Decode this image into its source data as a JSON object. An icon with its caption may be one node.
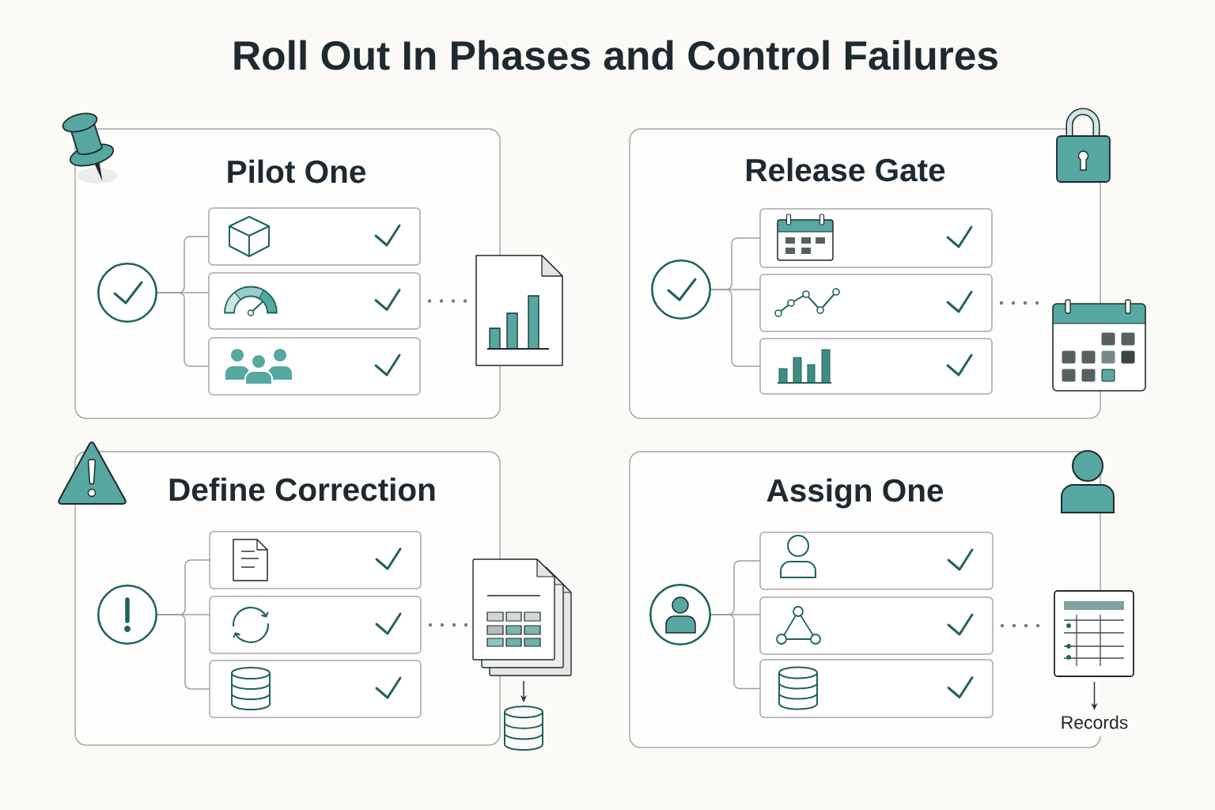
{
  "diagram": {
    "title": "Roll Out In Phases and Control Failures",
    "nodes": [
      {
        "text": [
          "Pilot One"
        ]
      },
      {
        "text": [],
        "shape": "circle",
        "in": 0
      },
      {
        "text": [],
        "shape": "box",
        "in": 0
      },
      {
        "text": [],
        "shape": "box",
        "in": 0
      },
      {
        "text": [],
        "shape": "box",
        "in": 0
      },
      {
        "text": [],
        "shape": "picture"
      },
      {
        "text": [
          "Release Gate"
        ]
      },
      {
        "text": [],
        "shape": "circle",
        "in": 6
      },
      {
        "text": [],
        "shape": "box",
        "in": 6
      },
      {
        "text": [],
        "shape": "box",
        "in": 6
      },
      {
        "text": [],
        "shape": "box",
        "in": 6
      },
      {
        "text": [],
        "shape": "picture"
      },
      {
        "text": [
          "Define Correction"
        ]
      },
      {
        "text": [],
        "shape": "circle",
        "in": 12
      },
      {
        "text": [],
        "shape": "box",
        "in": 12
      },
      {
        "text": [],
        "shape": "box",
        "in": 12
      },
      {
        "text": [],
        "shape": "box",
        "in": 12
      },
      {
        "text": [],
        "shape": "picture"
      },
      {
        "text": [],
        "shape": "cylinder"
      },
      {
        "text": [
          "Assign One"
        ]
      },
      {
        "text": [],
        "shape": "circle",
        "in": 19
      },
      {
        "text": [],
        "shape": "box",
        "in": 19
      },
      {
        "text": [],
        "shape": "box",
        "in": 19
      },
      {
        "text": [],
        "shape": "box",
        "in": 19
      },
      {
        "text": [],
        "shape": "picture"
      },
      {
        "text": [
          "Records"
        ]
      }
    ],
    "edges": [
      {
        "from": 1,
        "to": 2,
        "arrow": "none"
      },
      {
        "from": 1,
        "to": 3,
        "arrow": "none"
      },
      {
        "from": 1,
        "to": 4,
        "arrow": "none"
      },
      {
        "from": 3,
        "to": 5,
        "arrow": "none",
        "style": "dashed",
        "color": "#7a7a7a"
      },
      {
        "from": 7,
        "to": 8,
        "arrow": "none"
      },
      {
        "from": 7,
        "to": 9,
        "arrow": "none"
      },
      {
        "from": 7,
        "to": 10,
        "arrow": "none"
      },
      {
        "from": 9,
        "to": 11,
        "arrow": "none",
        "style": "dashed",
        "color": "#7a7a7a"
      },
      {
        "from": 13,
        "to": 14,
        "arrow": "none"
      },
      {
        "from": 13,
        "to": 15,
        "arrow": "none"
      },
      {
        "from": 13,
        "to": 16,
        "arrow": "none"
      },
      {
        "from": 15,
        "to": 17,
        "arrow": "none",
        "style": "dashed",
        "color": "#7a7a7a"
      },
      {
        "from": 17,
        "to": 18,
        "arrow": "to",
        "color": "#263238"
      },
      {
        "from": 20,
        "to": 21,
        "arrow": "none"
      },
      {
        "from": 20,
        "to": 22,
        "arrow": "none"
      },
      {
        "from": 20,
        "to": 23,
        "arrow": "none"
      },
      {
        "from": 22,
        "to": 24,
        "arrow": "none",
        "style": "dashed",
        "color": "#7a7a7a"
      },
      {
        "from": 24,
        "to": 25,
        "arrow": "to",
        "color": "#263238"
      }
    ]
  }
}
